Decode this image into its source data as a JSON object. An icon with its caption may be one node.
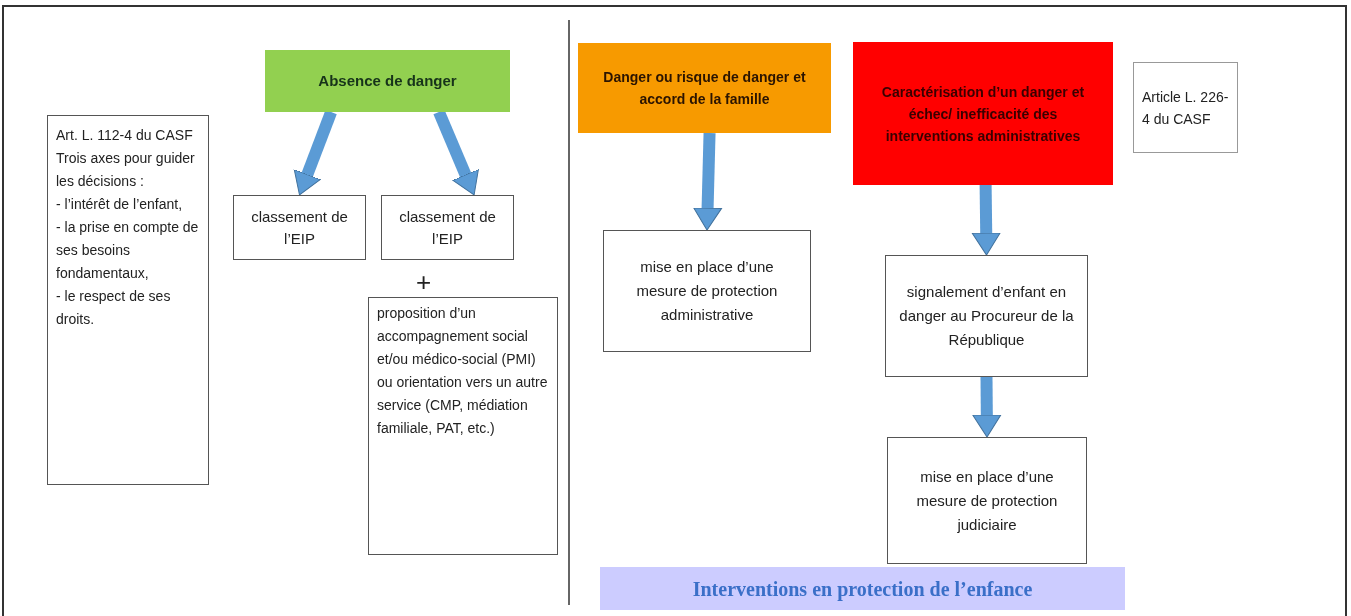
{
  "diagram": {
    "nodes": [
      {
        "text": [
          "Art. L. 112-4 du CASF",
          "Trois axes pour guider les décisions :",
          "- l’intérêt de l’enfant,",
          "- la prise en compte de ses besoins fondamentaux,",
          "- le respect de ses droits."
        ]
      },
      {
        "text": [
          "Absence de danger"
        ]
      },
      {
        "text": [
          "classement de l’EIP"
        ]
      },
      {
        "text": [
          "classement de l’EIP"
        ]
      },
      {
        "text": [
          "proposition d’un accompagnement social et/ou médico-social (PMI) ou orientation vers un autre service (CMP, médiation familiale, PAT, etc.)"
        ]
      },
      {
        "text": [
          "Danger ou risque de danger et accord de la famille"
        ]
      },
      {
        "text": [
          "mise en place d’une mesure de protection administrative"
        ]
      },
      {
        "text": [
          "Caractérisation d’un danger et échec/ inefficacité des interventions administratives"
        ]
      },
      {
        "text": [
          "Article L. 226-4 du CASF"
        ]
      },
      {
        "text": [
          "signalement d’enfant en danger au Procureur de la République"
        ]
      },
      {
        "text": [
          "mise en place d’une mesure de protection judiciaire"
        ]
      },
      {
        "text": [
          "Interventions en protection de l’enfance"
        ]
      }
    ],
    "edges": [
      {
        "from": 1,
        "to": 2,
        "arrow": "to"
      },
      {
        "from": 1,
        "to": 3,
        "arrow": "to"
      },
      {
        "from": 5,
        "to": 6,
        "arrow": "to"
      },
      {
        "from": 7,
        "to": 9,
        "arrow": "to"
      },
      {
        "from": 9,
        "to": 10,
        "arrow": "to"
      }
    ],
    "labels": [
      "+"
    ]
  }
}
